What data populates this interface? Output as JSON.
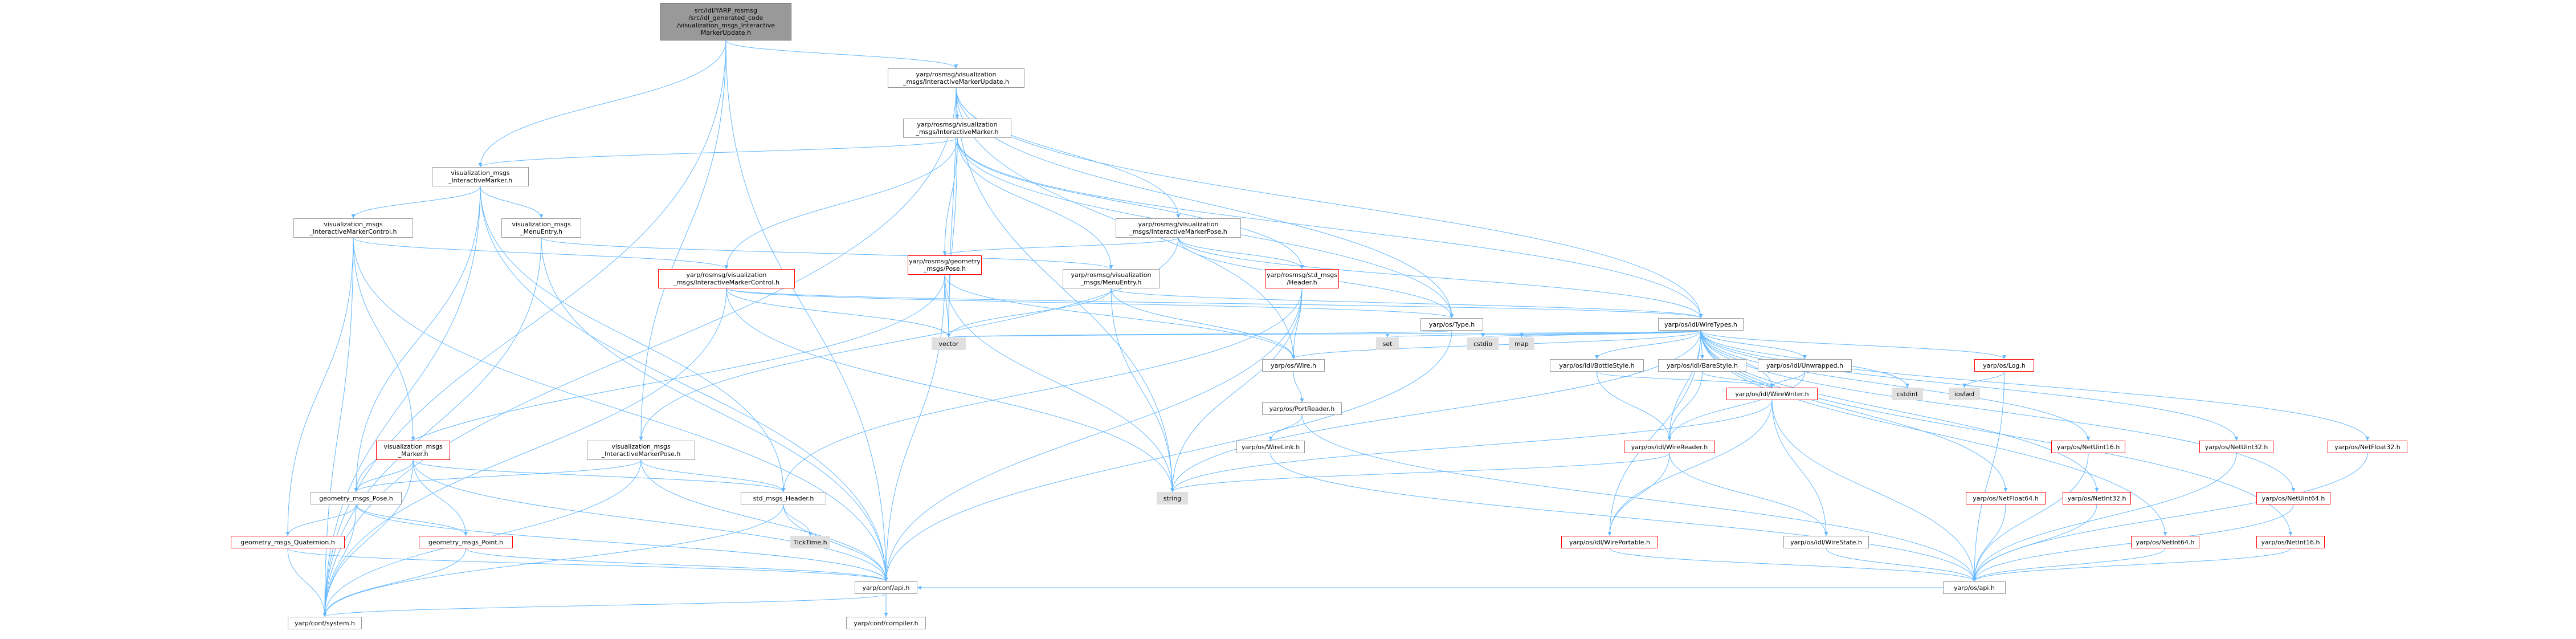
{
  "graph": {
    "colors": {
      "edge": "#63b8ff",
      "node_border": "#999999",
      "node_missing_border": "#ff0000",
      "external_fill": "#e0e0e0",
      "root_fill": "#999999"
    },
    "nodes": {
      "root": "src/idl/YARP_rosmsg\n/src/idl_generated_code\n/visualization_msgs_Interactive\nMarkerUpdate.h",
      "imu": "yarp/rosmsg/visualization\n_msgs/InteractiveMarkerUpdate.h",
      "im": "yarp/rosmsg/visualization\n_msgs/InteractiveMarker.h",
      "vm_im": "visualization_msgs\n_InteractiveMarker.h",
      "vm_imc": "visualization_msgs\n_InteractiveMarkerControl.h",
      "vm_me": "visualization_msgs\n_MenuEntry.h",
      "imp": "yarp/rosmsg/visualization\n_msgs/InteractiveMarkerPose.h",
      "gp": "yarp/rosmsg/geometry\n_msgs/Pose.h",
      "imc": "yarp/rosmsg/visualization\n_msgs/InteractiveMarkerControl.h",
      "me": "yarp/rosmsg/visualization\n_msgs/MenuEntry.h",
      "hdr": "yarp/rosmsg/std_msgs\n/Header.h",
      "type": "yarp/os/Type.h",
      "wt": "yarp/os/idl/WireTypes.h",
      "vector": "vector",
      "set": "set",
      "cstdio": "cstdio",
      "map": "map",
      "wire": "yarp/os/Wire.h",
      "bottle": "yarp/os/idl/BottleStyle.h",
      "bare": "yarp/os/idl/BareStyle.h",
      "unwr": "yarp/os/idl/Unwrapped.h",
      "log": "yarp/os/Log.h",
      "cstdint": "cstdint",
      "iosfwd": "iosfwd",
      "ww": "yarp/os/idl/WireWriter.h",
      "pr": "yarp/os/PortReader.h",
      "vm_m": "visualization_msgs\n_Marker.h",
      "vm_imp": "visualization_msgs\n_InteractiveMarkerPose.h",
      "wl": "yarp/os/WireLink.h",
      "wr": "yarp/os/idl/WireReader.h",
      "nu16": "yarp/os/NetUint16.h",
      "nf64": "yarp/os/NetFloat64.h",
      "nu32": "yarp/os/NetUint32.h",
      "ni32": "yarp/os/NetInt32.h",
      "ni64": "yarp/os/NetInt64.h",
      "nf32": "yarp/os/NetFloat32.h",
      "nu64": "yarp/os/NetUint64.h",
      "ni16": "yarp/os/NetInt16.h",
      "gmp": "geometry_msgs_Pose.h",
      "smh": "std_msgs_Header.h",
      "string": "string",
      "wp": "yarp/os/idl/WirePortable.h",
      "ws": "yarp/os/idl/WireState.h",
      "gmq": "geometry_msgs_Quaternion.h",
      "gmpt": "geometry_msgs_Point.h",
      "tt": "TickTime.h",
      "api": "yarp/os/api.h",
      "capi": "yarp/conf/api.h",
      "sys": "yarp/conf/system.h",
      "comp": "yarp/conf/compiler.h"
    }
  }
}
